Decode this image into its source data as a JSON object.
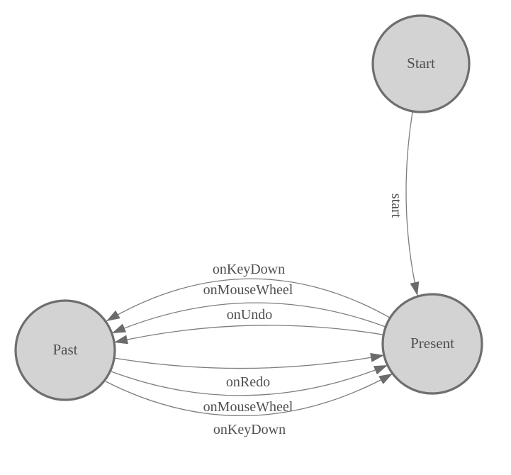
{
  "diagram": {
    "kind": "state-machine",
    "background": "#ffffff",
    "colors": {
      "node_fill": "#d3d3d3",
      "node_stroke": "#6e6e6e",
      "edge_stroke": "#7d7d7d",
      "arrow_fill": "#6b6b6b",
      "text": "#4f4f4f"
    },
    "nodes": [
      {
        "id": "start",
        "label": "Start"
      },
      {
        "id": "present",
        "label": "Present"
      },
      {
        "id": "past",
        "label": "Past"
      }
    ],
    "edges": [
      {
        "from": "start",
        "to": "present",
        "label": "start"
      },
      {
        "from": "present",
        "to": "past",
        "label": "onKeyDown"
      },
      {
        "from": "present",
        "to": "past",
        "label": "onMouseWheel"
      },
      {
        "from": "present",
        "to": "past",
        "label": "onUndo"
      },
      {
        "from": "past",
        "to": "present",
        "label": "onRedo"
      },
      {
        "from": "past",
        "to": "present",
        "label": "onMouseWheel"
      },
      {
        "from": "past",
        "to": "present",
        "label": "onKeyDown"
      }
    ]
  }
}
